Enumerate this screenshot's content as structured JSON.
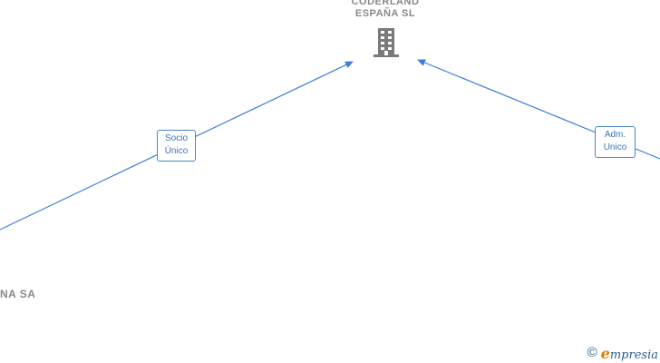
{
  "nodes": {
    "center": {
      "name_line1": "CODERLAND",
      "name_line2": "ESPAÑA  SL",
      "icon": "building-icon"
    },
    "left": {
      "name": "NA SA"
    }
  },
  "edges": {
    "left_label_line1": "Socio",
    "left_label_line2": "Único",
    "right_label_line1": "Adm.",
    "right_label_line2": "Unico"
  },
  "brand": {
    "copyright": "©",
    "initial": "e",
    "rest": "mpresia"
  },
  "colors": {
    "edge": "#3b7dd8",
    "node_text": "#888888",
    "icon": "#7a7a7a",
    "brand_blue": "#2a5d8f",
    "brand_orange": "#e07b00"
  }
}
